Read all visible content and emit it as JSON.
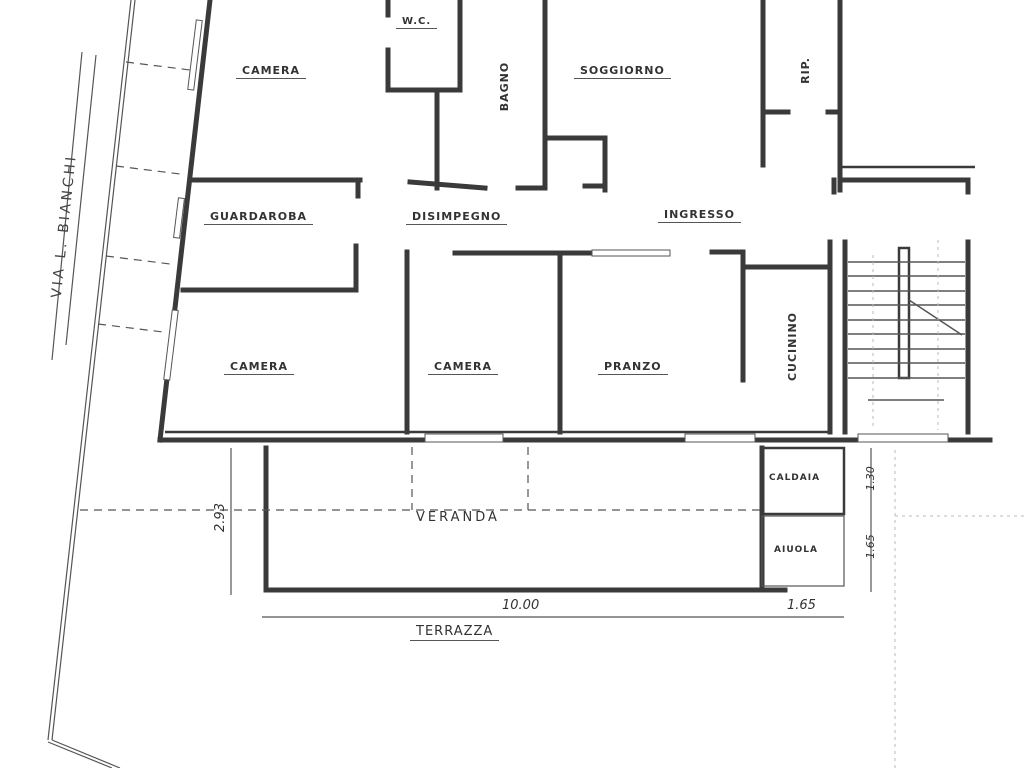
{
  "plan": {
    "street_name": "VIA L. BIANCHI",
    "rooms": {
      "camera_top": "CAMERA",
      "wc": "W.C.",
      "bagno": "BAGNO",
      "soggiorno": "SOGGIORNO",
      "ripostiglio": "RIP.",
      "guardaroba": "GUARDAROBA",
      "disimpegno": "DISIMPEGNO",
      "ingresso": "INGRESSO",
      "camera_left": "CAMERA",
      "camera_mid": "CAMERA",
      "pranzo": "PRANZO",
      "cucinino": "CUCININO",
      "caldaia": "CALDAIA",
      "aiuola": "AIUOLA",
      "veranda": "VERANDA",
      "terrazza": "TERRAZZA"
    },
    "dimensions": {
      "veranda_depth": "2.93",
      "terrazza_width": "10.00",
      "aiuola_width": "1.65",
      "caldaia_depth": "1.30",
      "aiuola_depth": "1.65"
    },
    "colors": {
      "paper": "#ffffff",
      "ink": "#3a3a3a"
    }
  }
}
